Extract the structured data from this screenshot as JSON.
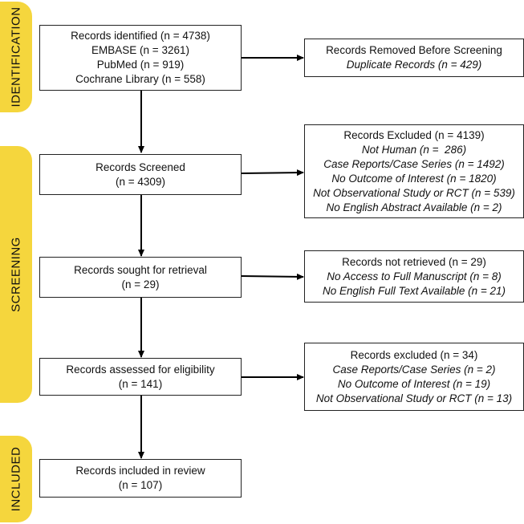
{
  "phases": {
    "identification": "IDENTIFICATION",
    "screening": "SCREENING",
    "included": "INCLUDED"
  },
  "flow": {
    "identified": {
      "title": "Records identified (n = 4738)",
      "lines": [
        "EMBASE (n = 3261)",
        "PubMed (n = 919)",
        "Cochrane Library (n = 558)"
      ]
    },
    "removed": {
      "title": "Records Removed Before Screening",
      "lines": [
        "Duplicate Records (n = 429)"
      ]
    },
    "screened": {
      "title": "Records Screened",
      "lines": [
        "(n = 4309)"
      ]
    },
    "excluded_screening": {
      "title": "Records Excluded (n = 4139)",
      "lines": [
        "Not Human (n =  286)",
        "Case Reports/Case Series (n = 1492)",
        "No Outcome of Interest (n = 1820)",
        "Not Observational Study or RCT (n = 539)",
        "No English Abstract Available (n = 2)"
      ]
    },
    "sought": {
      "title": "Records sought for retrieval",
      "lines": [
        "(n = 29)"
      ]
    },
    "not_retrieved": {
      "title": "Records not retrieved (n = 29)",
      "lines": [
        "No Access to Full Manuscript (n = 8)",
        "No English Full Text Available (n = 21)"
      ]
    },
    "assessed": {
      "title": "Records assessed for eligibility",
      "lines": [
        "(n = 141)"
      ]
    },
    "excluded_eligibility": {
      "title": "Records excluded (n = 34)",
      "lines": [
        "Case Reports/Case Series (n = 2)",
        "No Outcome of Interest (n = 19)",
        "Not Observational Study or RCT (n = 13)"
      ]
    },
    "included": {
      "title": "Records included in review",
      "lines": [
        "(n = 107)"
      ]
    }
  },
  "colors": {
    "phase_bar": "#f5d63d",
    "border": "#222222",
    "arrow": "#000000"
  }
}
